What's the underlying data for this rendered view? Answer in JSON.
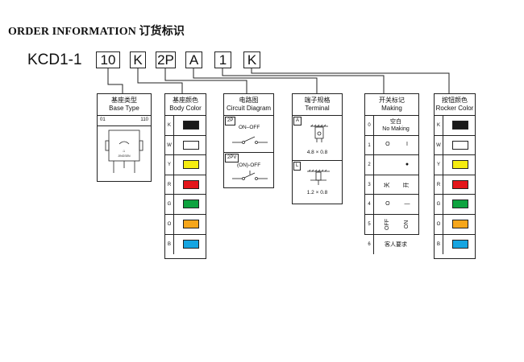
{
  "title": "ORDER INFORMATION 订货标识",
  "code": {
    "prefix": "KCD1-1",
    "boxes": [
      "10",
      "K",
      "2P",
      "A",
      "1",
      "K"
    ]
  },
  "base_type": {
    "title_cn": "基座类型",
    "title_en": "Base Type",
    "code": "01",
    "size": "110",
    "logo": "JINGSEN"
  },
  "body_color": {
    "title_cn": "基座颜色",
    "title_en": "Body Color",
    "items": [
      {
        "code": "K",
        "color": "#1a1a1a"
      },
      {
        "code": "W",
        "color": "#ffffff"
      },
      {
        "code": "Y",
        "color": "#f5ec10"
      },
      {
        "code": "R",
        "color": "#e3161b"
      },
      {
        "code": "G",
        "color": "#0ea33f"
      },
      {
        "code": "O",
        "color": "#f6a61a"
      },
      {
        "code": "B",
        "color": "#16a5e1"
      }
    ]
  },
  "circuit": {
    "title_cn": "电路图",
    "title_en": "Circuit Diagram",
    "items": [
      {
        "code": "2P",
        "label": "ON–OFF"
      },
      {
        "code": "2PV",
        "label": "(ON)-OFF"
      }
    ]
  },
  "terminal": {
    "title_cn": "端子规格",
    "title_en": "Terminal",
    "items": [
      {
        "code": "A",
        "size": "4.8 × 0.8"
      },
      {
        "code": "L",
        "size": "1.2 × 0.8"
      }
    ]
  },
  "marking": {
    "title_cn": "开关标记",
    "title_en": "Making",
    "rows": [
      {
        "code": "0",
        "line1": "空白",
        "line2": "No Making"
      },
      {
        "code": "1",
        "left": "O",
        "right": "I"
      },
      {
        "code": "2",
        "left": "",
        "right": "●"
      },
      {
        "code": "3",
        "left": "关",
        "right": "开"
      },
      {
        "code": "4",
        "left": "O",
        "right": "—"
      },
      {
        "code": "5",
        "left": "OFF",
        "right": "ON"
      },
      {
        "code": "6",
        "line1": "客人要求"
      }
    ]
  },
  "rocker_color": {
    "title_cn": "按钮颜色",
    "title_en": "Rocker Color",
    "items": [
      {
        "code": "K",
        "color": "#1a1a1a"
      },
      {
        "code": "W",
        "color": "#ffffff"
      },
      {
        "code": "Y",
        "color": "#f5ec10"
      },
      {
        "code": "R",
        "color": "#e3161b"
      },
      {
        "code": "G",
        "color": "#0ea33f"
      },
      {
        "code": "O",
        "color": "#f6a61a"
      },
      {
        "code": "B",
        "color": "#16a5e1"
      }
    ]
  }
}
